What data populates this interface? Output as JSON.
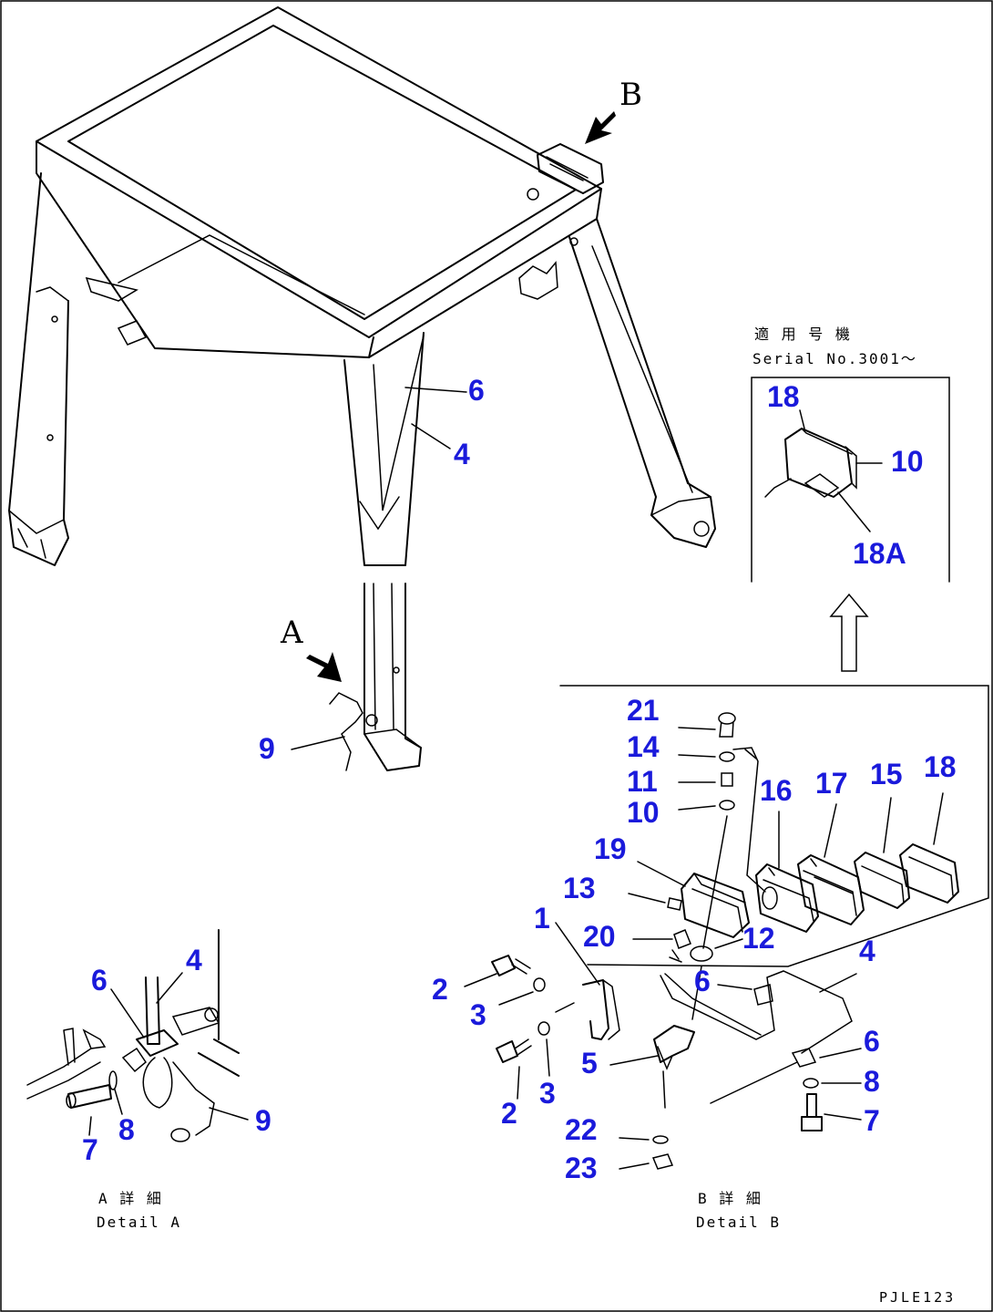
{
  "view_letters": {
    "a": "A",
    "b": "B"
  },
  "captions": {
    "detail_a_jp": "A 詳 細",
    "detail_a_en": "Detail A",
    "detail_b_jp": "B 詳 細",
    "detail_b_en": "Detail B",
    "serial_jp": "適 用 号 機",
    "serial_en": "Serial No.3001～"
  },
  "drawing_code": "PJLE123",
  "callouts": {
    "main": [
      {
        "id": "main-6",
        "text": "6"
      },
      {
        "id": "main-4",
        "text": "4"
      },
      {
        "id": "main-9",
        "text": "9"
      }
    ],
    "serial_box": [
      {
        "id": "serial-18",
        "text": "18"
      },
      {
        "id": "serial-10",
        "text": "10"
      },
      {
        "id": "serial-18a",
        "text": "18A"
      }
    ],
    "detail_a": [
      {
        "id": "da-6",
        "text": "6"
      },
      {
        "id": "da-4",
        "text": "4"
      },
      {
        "id": "da-9",
        "text": "9"
      },
      {
        "id": "da-8",
        "text": "8"
      },
      {
        "id": "da-7",
        "text": "7"
      }
    ],
    "detail_b": [
      {
        "id": "db-21",
        "text": "21"
      },
      {
        "id": "db-14",
        "text": "14"
      },
      {
        "id": "db-11",
        "text": "11"
      },
      {
        "id": "db-10",
        "text": "10"
      },
      {
        "id": "db-19",
        "text": "19"
      },
      {
        "id": "db-16",
        "text": "16"
      },
      {
        "id": "db-17",
        "text": "17"
      },
      {
        "id": "db-15",
        "text": "15"
      },
      {
        "id": "db-18",
        "text": "18"
      },
      {
        "id": "db-13",
        "text": "13"
      },
      {
        "id": "db-1",
        "text": "1"
      },
      {
        "id": "db-20",
        "text": "20"
      },
      {
        "id": "db-12",
        "text": "12"
      },
      {
        "id": "db-4",
        "text": "4"
      },
      {
        "id": "db-2a",
        "text": "2"
      },
      {
        "id": "db-3a",
        "text": "3"
      },
      {
        "id": "db-6a",
        "text": "6"
      },
      {
        "id": "db-6b",
        "text": "6"
      },
      {
        "id": "db-5",
        "text": "5"
      },
      {
        "id": "db-2b",
        "text": "2"
      },
      {
        "id": "db-3b",
        "text": "3"
      },
      {
        "id": "db-8",
        "text": "8"
      },
      {
        "id": "db-7",
        "text": "7"
      },
      {
        "id": "db-22",
        "text": "22"
      },
      {
        "id": "db-23",
        "text": "23"
      }
    ]
  }
}
